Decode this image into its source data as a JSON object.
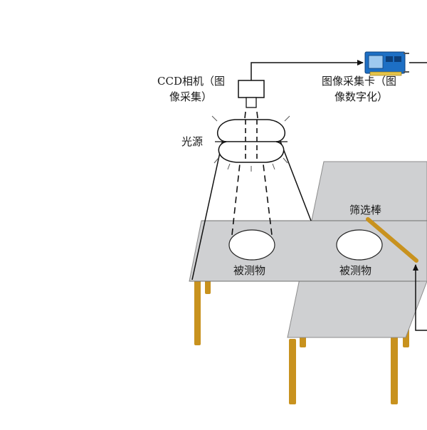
{
  "labels": {
    "camera_line1": "CCD相机（图",
    "camera_line2": "像采集）",
    "card_line1": "图像采集卡（图",
    "card_line2": "像数字化）",
    "light_source": "光源",
    "screening_rod": "筛选棒",
    "object_left": "被测物",
    "object_right": "被测物"
  },
  "colors": {
    "table_top": "#cfd0d2",
    "table_leg": "#c8921e",
    "card_body": "#1d6fc4",
    "line": "#111111"
  }
}
